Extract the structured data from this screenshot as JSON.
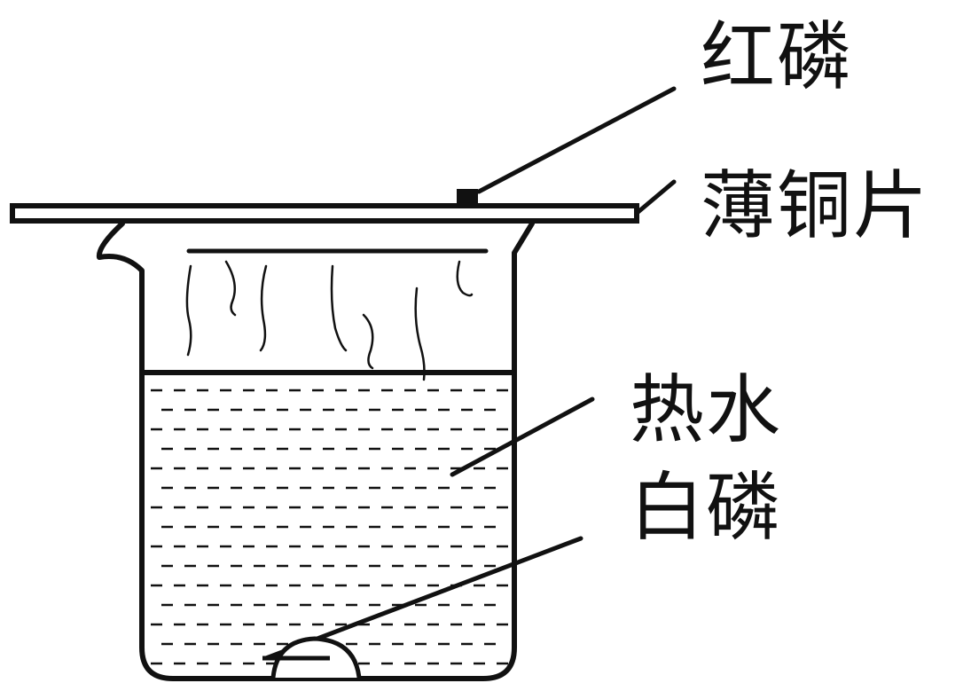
{
  "labels": {
    "red_phosphorus": "红磷",
    "copper_sheet": "薄铜片",
    "hot_water": "热水",
    "white_phosphorus": "白磷"
  },
  "colors": {
    "stroke": "#111111",
    "background": "#ffffff"
  }
}
